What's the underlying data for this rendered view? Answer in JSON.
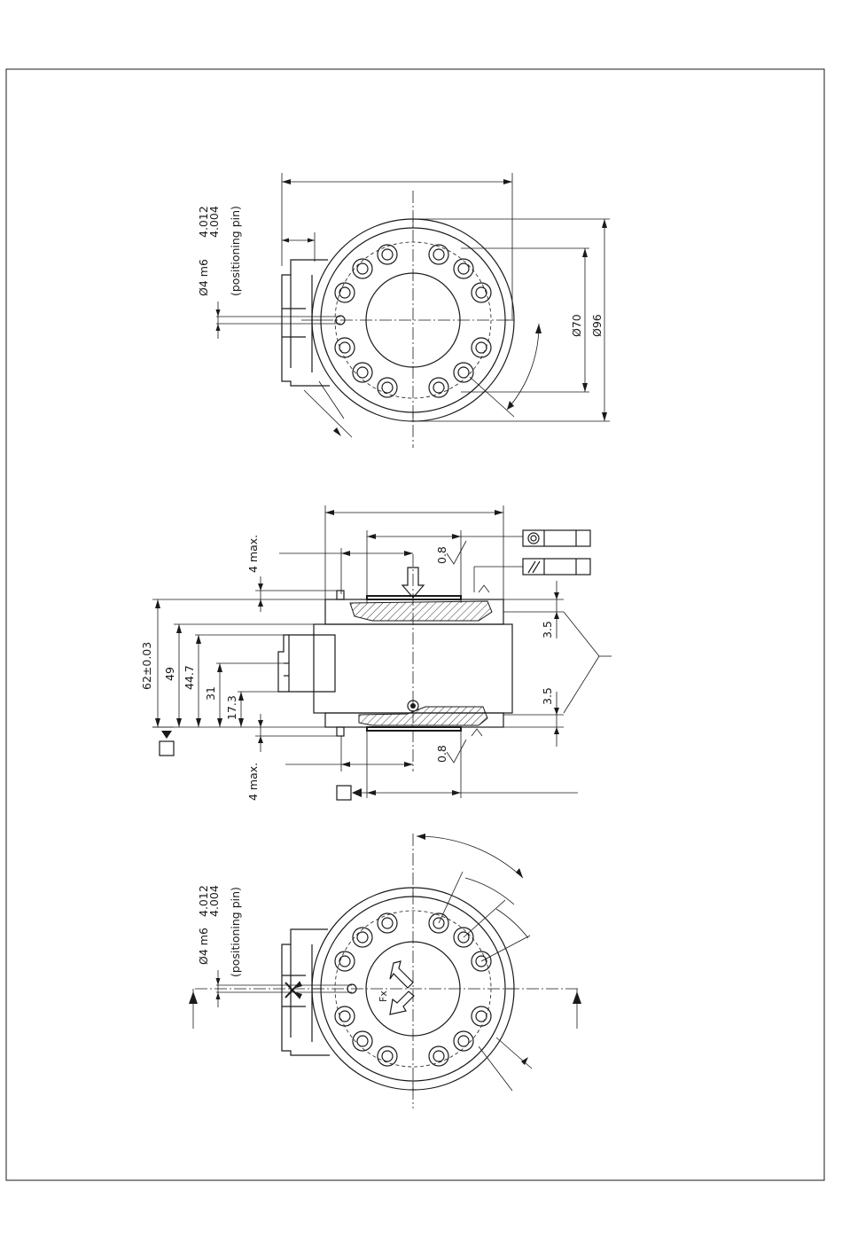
{
  "top_view": {
    "pin_dim": "Ø4 m6",
    "pin_tol_upper": "4.012",
    "pin_tol_lower": "4.004",
    "pin_note": "(positioning pin)",
    "dia_inner": "Ø70",
    "dia_outer": "Ø96"
  },
  "side_view": {
    "max_top": "4 max.",
    "max_bottom": "4 max.",
    "roughness_top": "0.8",
    "roughness_bottom": "0.8",
    "height_total": "62±0.03",
    "height_49": "49",
    "height_447": "44.7",
    "height_31": "31",
    "height_173": "17.3",
    "depth_top": "3.5",
    "depth_bottom": "3.5"
  },
  "bottom_view": {
    "pin_dim": "Ø4 m6",
    "pin_tol_upper": "4.012",
    "pin_tol_lower": "4.004",
    "pin_note": "(positioning pin)",
    "force_label": "Fx"
  }
}
